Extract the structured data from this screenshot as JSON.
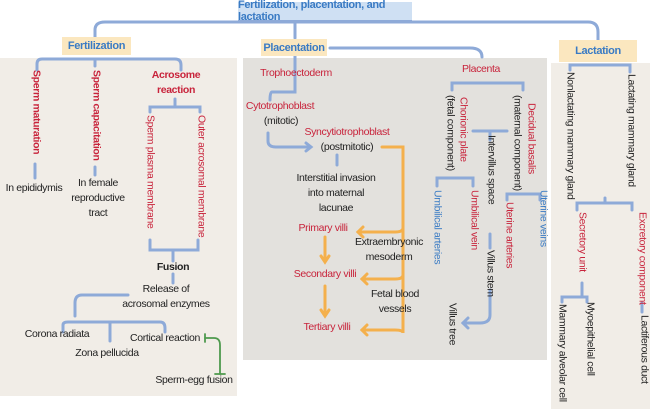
{
  "title": "Fertilization, placentation, and lactation",
  "colors": {
    "accent_red": "#c8233b",
    "accent_blue": "#3a7bc4",
    "connector": "#8eaad8",
    "villi_arrow": "#f4b04c",
    "inhibit": "#4e9a4e"
  },
  "fertilization": {
    "label": "Fertilization",
    "sperm_maturation": "Sperm maturation",
    "in_epididymis": "In epididymis",
    "sperm_capacitation": "Sperm capacitation",
    "in_female_tract": "In female\nreproductive\ntract",
    "acrosome_reaction": "Acrosome\nreaction",
    "sperm_plasma_membrane": "Sperm plasma membrane",
    "outer_acrosomal_membrane": "Outer acrosomal membrane",
    "fusion": "Fusion",
    "release": "Release of\nacrosomal enzymes",
    "corona_radiata": "Corona radiata",
    "zona_pellucida": "Zona pellucida",
    "cortical_reaction": "Cortical reaction",
    "sperm_egg_fusion": "Sperm-egg fusion"
  },
  "placentation": {
    "label": "Placentation",
    "trophoectoderm": "Trophoectoderm",
    "cytotrophoblast": "Cytotrophoblast",
    "mitotic": "(mitotic)",
    "syncytiotrophoblast": "Syncytiotrophoblast",
    "postmitotic": "(postmitotic)",
    "interstitial": "Interstitial invasion\ninto maternal\nlacunae",
    "primary_villi": "Primary villi",
    "extraembryonic": "Extraembryonic\nmesoderm",
    "secondary_villi": "Secondary villi",
    "fetal_blood": "Fetal blood\nvessels",
    "tertiary_villi": "Tertiary villi",
    "placenta": "Placenta",
    "decidual_basalis": "Decidual basalis",
    "maternal_component": "(maternal component)",
    "chorionic_plate": "Chorionic plate",
    "fetal_component": "(fetal component)",
    "intervillus_space": "Intervillus space",
    "uterine_veins": "Uterine veins",
    "uterine_arteries": "Uterine arteries",
    "umbilical_vein": "Umbilical vein",
    "umbilical_arteries": "Umbilical arteries",
    "villus_stem": "Villus stem",
    "villus_tree": "Villus tree"
  },
  "lactation": {
    "label": "Lactation",
    "nonlactating": "Nonlactating mammary gland",
    "lactating": "Lactating mammary gland",
    "secretory_unit": "Secretory unit",
    "excretory_component": "Excretory component",
    "myoepithelial": "Myoepithelial cell",
    "alveolar": "Mammary alveolar cell",
    "lactiferous": "Lactiferous duct"
  }
}
